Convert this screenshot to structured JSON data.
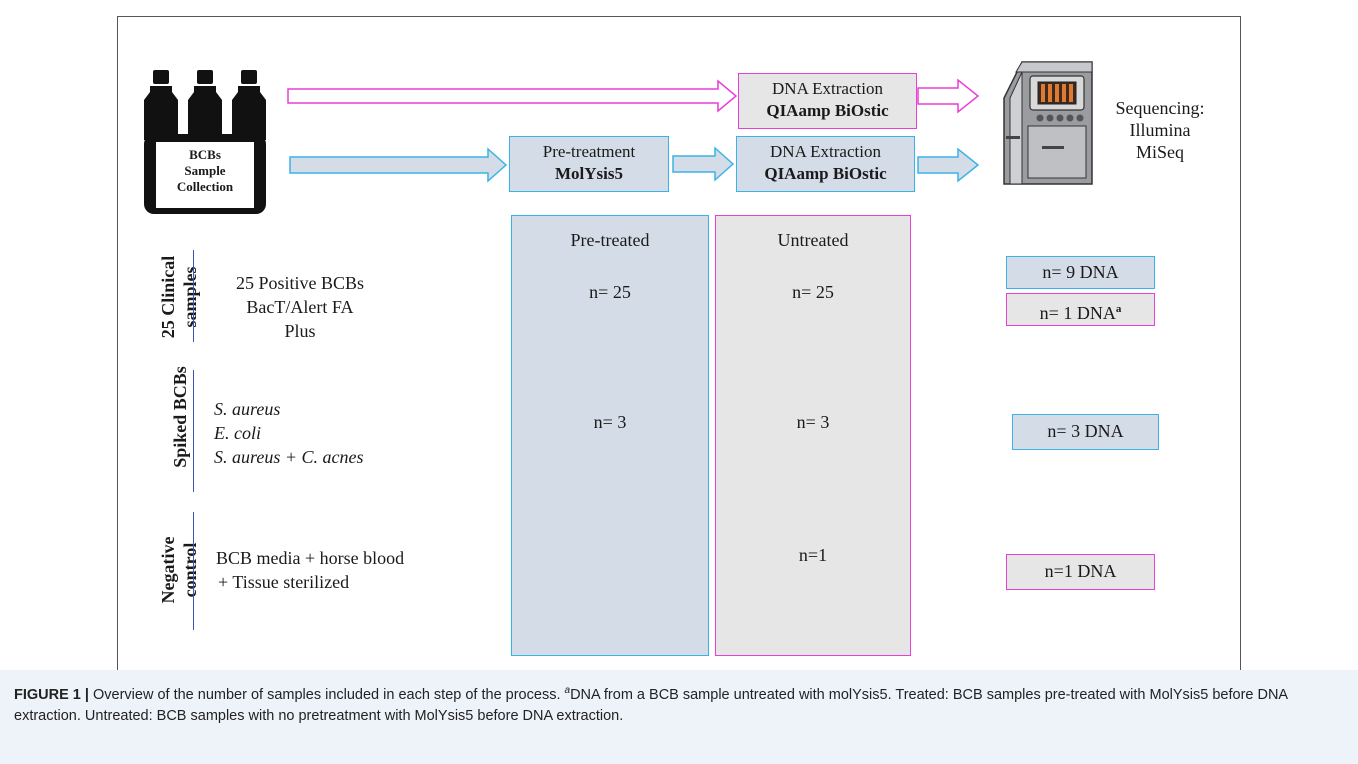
{
  "figure": {
    "collection_label": [
      "BCBs",
      "Sample",
      "Collection"
    ],
    "top_path": {
      "extraction_line1": "DNA Extraction",
      "extraction_line2": "QIAamp BiOstic"
    },
    "bottom_path": {
      "pretreat_line1": "Pre-treatment",
      "pretreat_line2": "MolYsis5",
      "extraction_line1": "DNA Extraction",
      "extraction_line2": "QIAamp BiOstic"
    },
    "sequencing": [
      "Sequencing:",
      "Illumina",
      "MiSeq"
    ],
    "columns": {
      "pretreated": "Pre-treated",
      "untreated": "Untreated"
    },
    "rows": [
      {
        "label": [
          "25 Clinical",
          "samples"
        ],
        "samples": [
          "25 Positive BCBs",
          "BacT/Alert FA",
          "Plus"
        ],
        "pretreated": "n= 25",
        "untreated": "n= 25",
        "results": [
          {
            "text": "n= 9 DNA",
            "sup": "",
            "color": "#3bb3e6"
          },
          {
            "text": "n= 1 DNA",
            "sup": "a",
            "color": "#e83fd7"
          }
        ]
      },
      {
        "label": [
          "Spiked BCBs"
        ],
        "samples": [
          "S. aureus",
          "E. coli",
          "S. aureus + C. acnes"
        ],
        "pretreated": "n= 3",
        "untreated": "n= 3",
        "results": [
          {
            "text": "n= 3 DNA",
            "sup": "",
            "color": "#3bb3e6"
          }
        ]
      },
      {
        "label": [
          "Negative",
          "control"
        ],
        "samples": [
          "BCB media + horse blood",
          "+ Tissue sterilized"
        ],
        "pretreated": "",
        "untreated": "n=1",
        "results": [
          {
            "text": "n=1 DNA",
            "sup": "",
            "color": "#e83fd7"
          }
        ]
      }
    ],
    "colors": {
      "pink": "#e83fd7",
      "blue": "#3bb3e6",
      "pretreated_fill": "#d4dde7",
      "untreated_fill": "#e6e6e6"
    }
  },
  "caption": {
    "label": "FIGURE 1 |",
    "text_1": " Overview of the number of samples included in each step of the process. ",
    "sup": "a",
    "text_2": "DNA from a BCB sample untreated with molYsis5. Treated: BCB samples pre-treated with MolYsis5 before DNA extraction. Untreated: BCB samples with no pretreatment with MolYsis5 before DNA extraction."
  }
}
